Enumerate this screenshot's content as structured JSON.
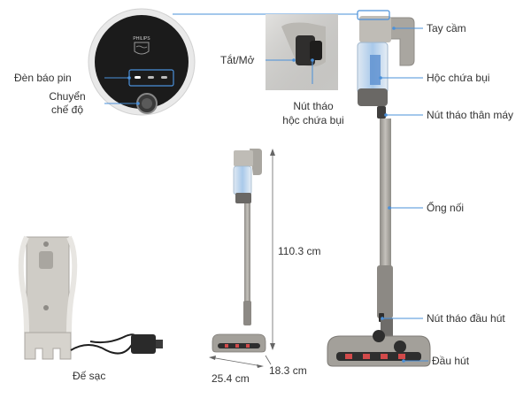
{
  "brand": "PHILIPS",
  "labels": {
    "battery_indicator": "Đèn báo pin",
    "mode_switch_line1": "Chuyển",
    "mode_switch_line2": "chế độ",
    "power": "Tắt/Mở",
    "bin_release_line1": "Nút tháo",
    "bin_release_line2": "hộc chứa bụi",
    "handle": "Tay cầm",
    "dust_bin": "Hộc chứa bụi",
    "body_release": "Nút tháo thân máy",
    "tube": "Ống nối",
    "nozzle_release": "Nút tháo đầu hút",
    "nozzle": "Đầu hút",
    "charging_dock": "Đế sạc"
  },
  "dimensions": {
    "height": "110.3 cm",
    "width": "25.4 cm",
    "depth": "18.3 cm"
  },
  "colors": {
    "callout_line": "#4a90d9",
    "body_gray": "#a9a6a0",
    "dark_gray": "#5a5856",
    "bin_blue": "#9fc4e8",
    "accent_red": "#d24a4a"
  }
}
